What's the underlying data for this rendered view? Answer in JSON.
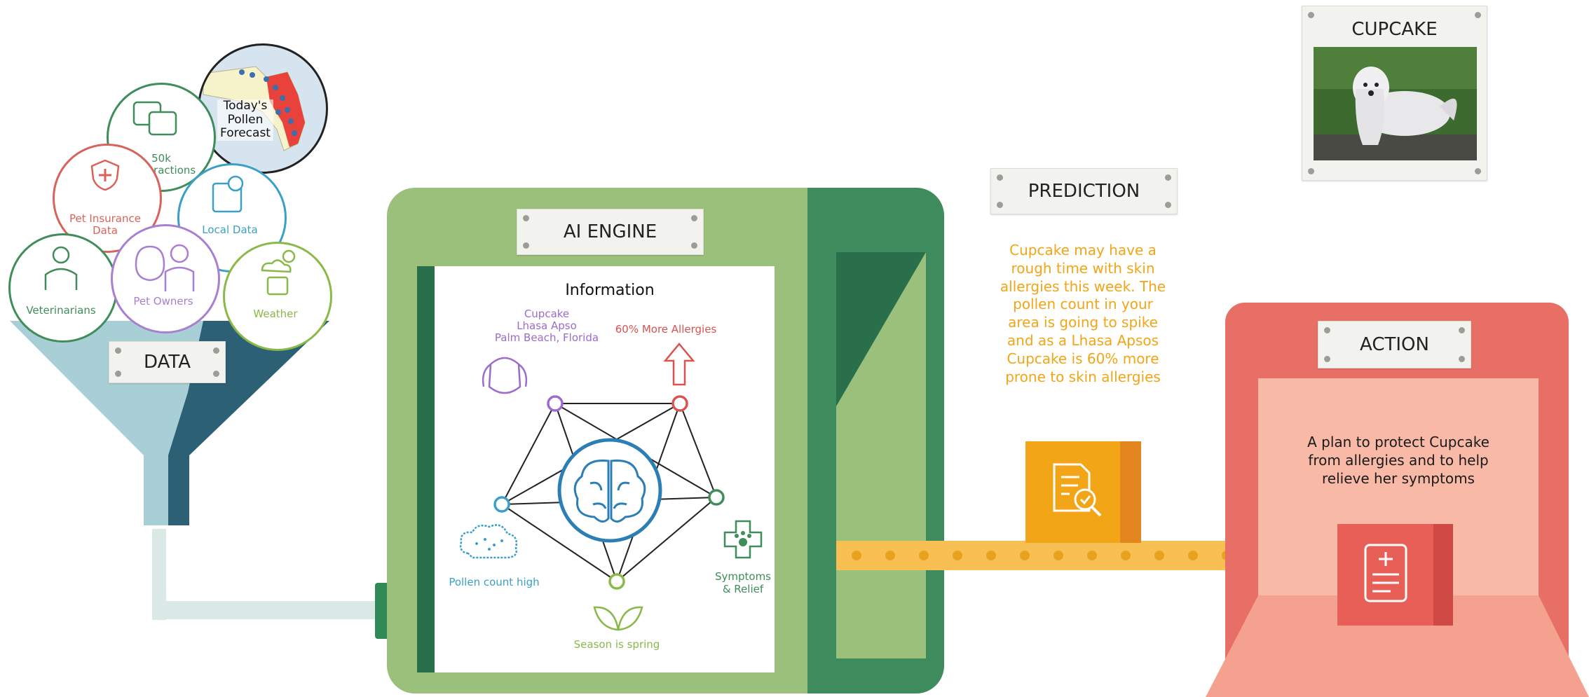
{
  "colors": {
    "accent_green": "#3f8d5a",
    "engine_light": "#9bc07b",
    "engine_dark": "#3e8c5e",
    "prediction_orange": "#f2a516",
    "action_red": "#e86f66",
    "funnel_light": "#a9cfd6",
    "funnel_dark": "#2b6075"
  },
  "sources": {
    "pollen_forecast": "Today's Pollen Forecast",
    "interactions": "50k Interactions",
    "pet_insurance": "Pet Insurance Data",
    "local_data": "Local Data",
    "veterinarians": "Veterinarians",
    "pet_owners": "Pet Owners",
    "weather": "Weather"
  },
  "plates": {
    "data": "DATA",
    "ai_engine": "AI ENGINE",
    "prediction": "PREDICTION",
    "action": "ACTION",
    "cupcake": "CUPCAKE"
  },
  "engine": {
    "title": "Information",
    "pet_name": "Cupcake",
    "pet_breed": "Lhasa Apso",
    "pet_location": "Palm Beach, Florida",
    "allergies": "60% More Allergies",
    "pollen": "Pollen count high",
    "symptoms_line1": "Symptoms",
    "symptoms_line2": "& Relief",
    "season": "Season is spring"
  },
  "prediction_text": [
    "Cupcake may have a",
    "rough time with skin",
    "allergies this week. The",
    "pollen count in your",
    "area is going to spike",
    "and as a Lhasa Apsos",
    "Cupcake is 60% more",
    "prone to skin allergies"
  ],
  "action_text": [
    "A plan to protect Cupcake",
    "from allergies and to help",
    "relieve her symptoms"
  ],
  "icons": [
    "map-icon",
    "chat-bubbles-icon",
    "shield-icon",
    "tablet-icon",
    "veterinarian-icon",
    "pet-owner-icon",
    "weather-icon",
    "dog-icon",
    "up-arrow-icon",
    "brain-icon",
    "pollen-cloud-icon",
    "paw-cross-icon",
    "leaves-icon",
    "document-search-icon",
    "medical-report-icon",
    "dog-photo"
  ]
}
